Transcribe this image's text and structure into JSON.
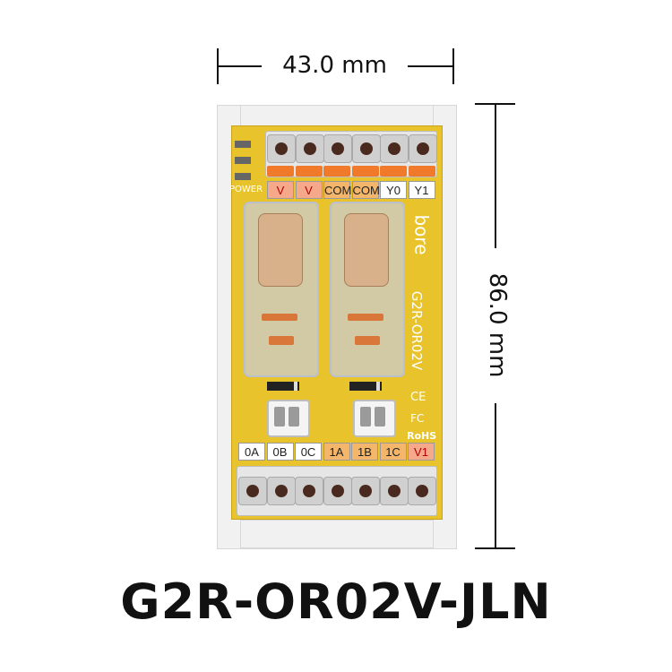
{
  "dimensions": {
    "width_label": "43.0 mm",
    "height_label": "86.0 mm"
  },
  "model": "G2R-OR02V-JLN",
  "board": {
    "power_label": "POWER",
    "brand": "bore",
    "board_model": "G2R-OR02V",
    "certs": [
      "CE",
      "FC",
      "RoHS"
    ],
    "top_terminals": [
      {
        "label": "V",
        "style": "red"
      },
      {
        "label": "V",
        "style": "red"
      },
      {
        "label": "COM",
        "style": "orange"
      },
      {
        "label": "COM",
        "style": "orange"
      },
      {
        "label": "Y0",
        "style": "white"
      },
      {
        "label": "Y1",
        "style": "white"
      }
    ],
    "bottom_terminals": [
      {
        "label": "0A",
        "style": "white"
      },
      {
        "label": "0B",
        "style": "white"
      },
      {
        "label": "0C",
        "style": "white"
      },
      {
        "label": "1A",
        "style": "orange"
      },
      {
        "label": "1B",
        "style": "orange"
      },
      {
        "label": "1C",
        "style": "orange"
      },
      {
        "label": "V1",
        "style": "red"
      }
    ]
  }
}
